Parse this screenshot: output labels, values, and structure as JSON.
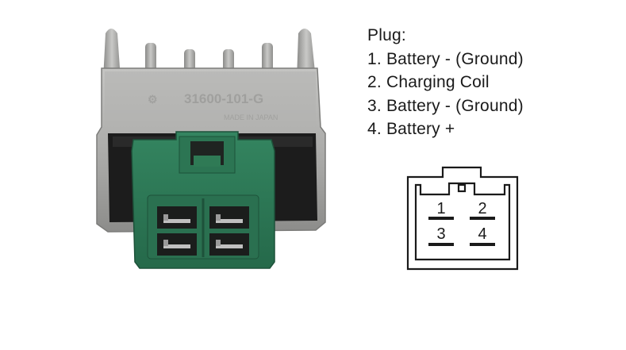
{
  "product": {
    "housing_text": "31600-101-G",
    "maker_mark": "MADE IN JAPAN",
    "colors": {
      "housing": "#a9a9a7",
      "housing_dark": "#7d7d7b",
      "plug": "#2f7a55",
      "plug_dark": "#1f5a3e",
      "terminal": "#b8b8b8"
    }
  },
  "legend": {
    "title": "Plug:",
    "items": [
      "1. Battery - (Ground)",
      "2. Charging Coil",
      "3. Battery - (Ground)",
      "4. Battery +"
    ]
  },
  "connector_diagram": {
    "pins": [
      "1",
      "2",
      "3",
      "4"
    ]
  }
}
